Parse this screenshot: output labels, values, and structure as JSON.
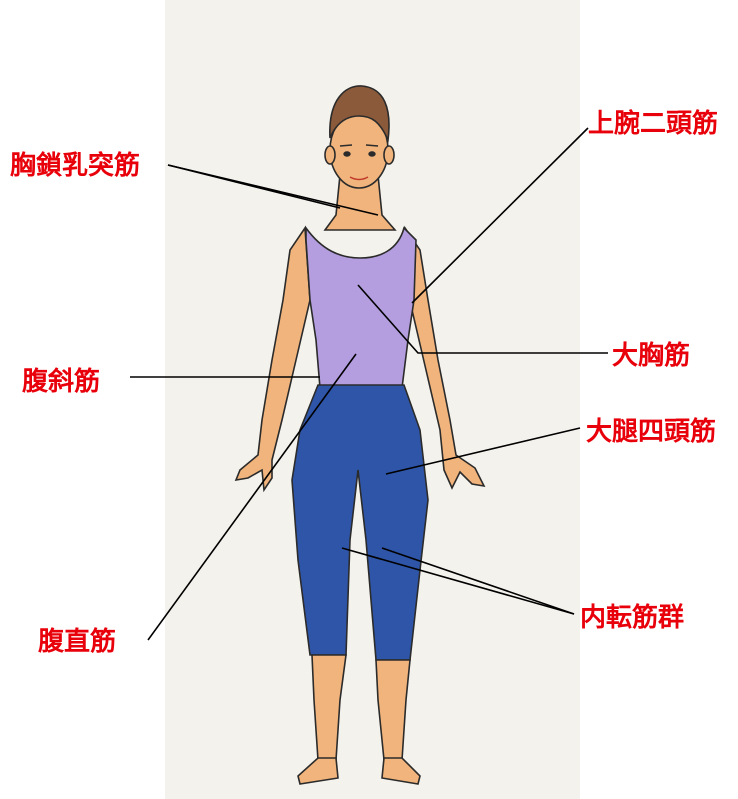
{
  "labels": {
    "sternocleidomastoid": "胸鎖乳突筋",
    "biceps": "上腕二頭筋",
    "obliques": "腹斜筋",
    "pectoralis": "大胸筋",
    "quadriceps": "大腿四頭筋",
    "rectus_abdominis": "腹直筋",
    "adductors": "内転筋群"
  },
  "colors": {
    "label": "#e8000b",
    "skin": "#f0b47c",
    "hair": "#8a5a3a",
    "top": "#b49ee0",
    "pants": "#2f55a8",
    "paper": "#f4f2ec",
    "line": "#000000"
  }
}
